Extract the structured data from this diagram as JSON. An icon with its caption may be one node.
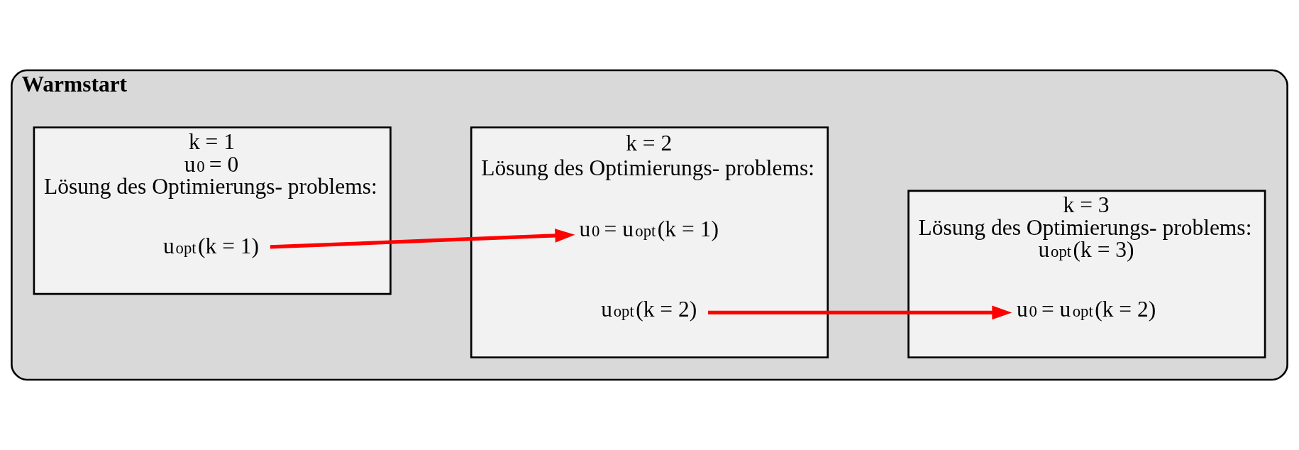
{
  "diagram": {
    "nodes": [
      {
        "text": [
          "Warmstart"
        ]
      },
      {
        "text": [
          "k = 1",
          "u$_{0}$ = 0",
          "Lösung des Optimierungs- problems:"
        ],
        "in": 0
      },
      {
        "text": [
          "u$_{opt}$(k = 1)"
        ],
        "in": 1
      },
      {
        "text": [
          "k = 2",
          "Lösung des Optimierungs- problems:"
        ],
        "in": 0
      },
      {
        "text": [
          "u$_{0}$ = u$_{opt}$(k = 1)"
        ],
        "in": 3
      },
      {
        "text": [
          "u$_{opt}$(k = 2)"
        ],
        "in": 3
      },
      {
        "text": [
          "k = 3",
          "Lösung des Optimierungs- problems:",
          "u$_{opt}$(k = 3)"
        ],
        "in": 0
      },
      {
        "text": [
          "u$_{0}$ = u$_{opt}$(k = 2)"
        ],
        "in": 6
      }
    ],
    "edges": [
      {
        "from": 2,
        "to": 4,
        "arrow": "to",
        "color": "#ff0000"
      },
      {
        "from": 5,
        "to": 7,
        "arrow": "to",
        "color": "#ff0000"
      }
    ]
  }
}
